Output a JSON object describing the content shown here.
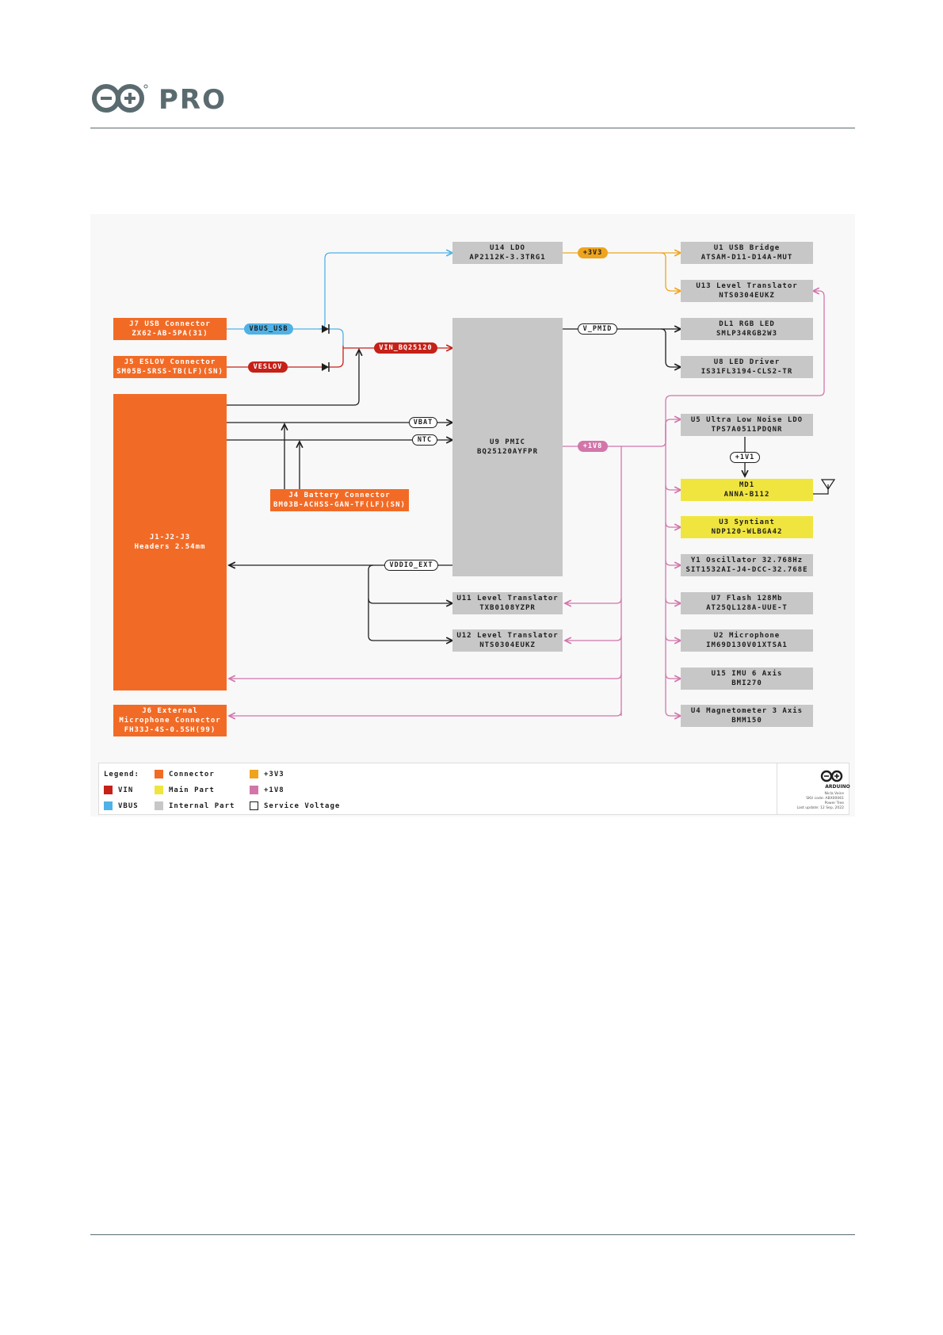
{
  "header": {
    "brand": "PRO"
  },
  "colors": {
    "connector": "#f26b26",
    "main_part": "#f0e53e",
    "internal_part": "#c7c7c7",
    "vin": "#c52118",
    "vbus": "#4fb2e6",
    "v3v3": "#efa41e",
    "v1v8": "#d276aa"
  },
  "blocks": {
    "u14": {
      "line1": "U14 LDO",
      "line2": "AP2112K-3.3TRG1"
    },
    "u1": {
      "line1": "U1 USB Bridge",
      "line2": "ATSAM-D11-D14A-MUT"
    },
    "u13": {
      "line1": "U13 Level Translator",
      "line2": "NTS0304EUKZ"
    },
    "dl1": {
      "line1": "DL1 RGB LED",
      "line2": "SMLP34RGB2W3"
    },
    "u8": {
      "line1": "U8 LED Driver",
      "line2": "IS31FL3194-CLS2-TR"
    },
    "u5": {
      "line1": "U5 Ultra Low Noise LDO",
      "line2": "TPS7A0511PDQNR"
    },
    "md1": {
      "line1": "MD1",
      "line2": "ANNA-B112"
    },
    "u3": {
      "line1": "U3 Syntiant",
      "line2": "NDP120-WLBGA42"
    },
    "y1": {
      "line1": "Y1 Oscillator 32.768Hz",
      "line2": "SIT1532AI-J4-DCC-32.768E"
    },
    "u7": {
      "line1": "U7 Flash 128Mb",
      "line2": "AT25QL128A-UUE-T"
    },
    "u2": {
      "line1": "U2 Microphone",
      "line2": "IM69D130V01XTSA1"
    },
    "u15": {
      "line1": "U15 IMU 6 Axis",
      "line2": "BMI270"
    },
    "u4": {
      "line1": "U4 Magnetometer 3 Axis",
      "line2": "BMM150"
    },
    "u9": {
      "line1": "U9 PMIC",
      "line2": "BQ25120AYFPR"
    },
    "u11": {
      "line1": "U11 Level Translator",
      "line2": "TXB0108YZPR"
    },
    "u12": {
      "line1": "U12 Level Translator",
      "line2": "NTS0304EUKZ"
    },
    "j7": {
      "line1": "J7 USB Connector",
      "line2": "ZX62-AB-5PA(31)"
    },
    "j5": {
      "line1": "J5 ESLOV Connector",
      "line2": "SM05B-SRSS-TB(LF)(SN)"
    },
    "j123": {
      "line1": "J1-J2-J3",
      "line2": "Headers 2.54mm"
    },
    "j4": {
      "line1": "J4 Battery Connector",
      "line2": "BM03B-ACHSS-GAN-TF(LF)(SN)"
    },
    "j6": {
      "line1": "J6 External",
      "line2": "Microphone Connector",
      "line3": "FH33J-4S-0.5SH(99)"
    }
  },
  "nets": {
    "vbus_usb": "VBUS_USB",
    "veslov": "VESLOV",
    "vin_bq": "VIN_BQ25120",
    "v3v3": "+3V3",
    "v_pmid": "V_PMID",
    "vbat": "VBAT",
    "ntc": "NTC",
    "v1v8": "+1V8",
    "v1v1": "+1V1",
    "vddio_ext": "VDDIO_EXT"
  },
  "legend": {
    "title": "Legend:",
    "connector": "Connector",
    "vin": "VIN",
    "vbus": "VBUS",
    "main_part": "Main Part",
    "internal_part": "Internal Part",
    "v3v3": "+3V3",
    "v1v8": "+1V8",
    "service_voltage": "Service Voltage",
    "brand": "ARDUINO",
    "meta1": "Nicla Voice",
    "meta2": "SKU code: ABX00061",
    "meta3": "Power Tree",
    "meta4": "Last update: 12 Sep, 2022"
  }
}
